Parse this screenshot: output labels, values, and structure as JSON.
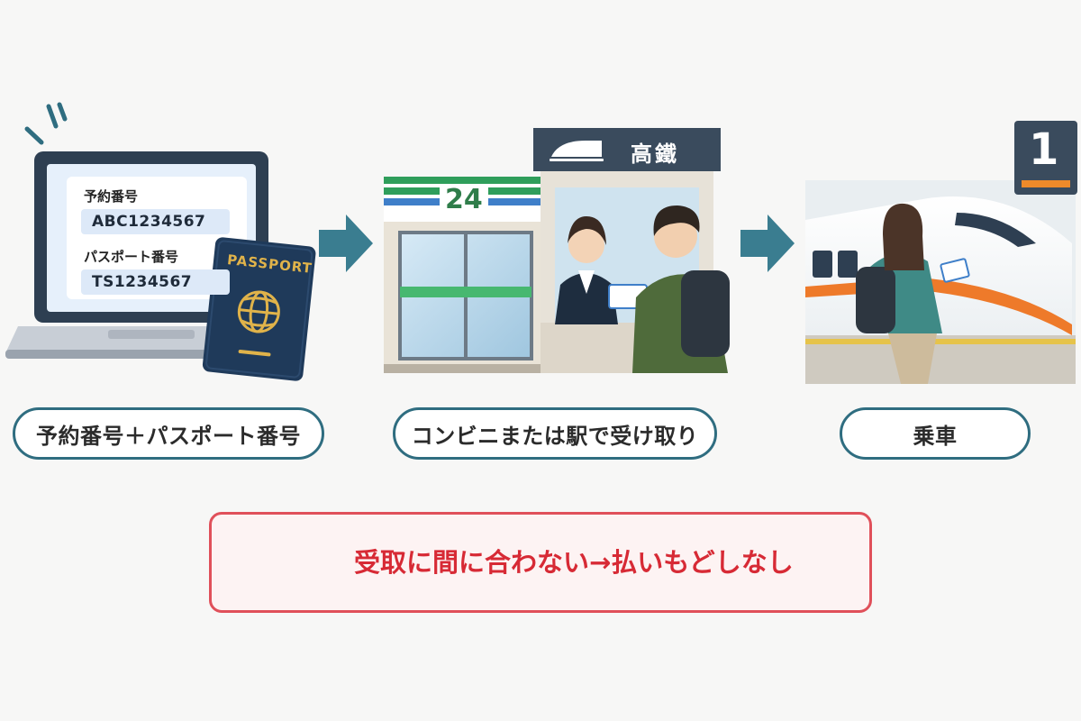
{
  "steps": [
    {
      "label": "予約番号＋パスポート番号",
      "form": {
        "field1_label": "予約番号",
        "field1_value": "ABC1234567",
        "field2_label": "パスポート番号",
        "field2_value": "TS1234567"
      },
      "passport_text": "PASSPORT"
    },
    {
      "label": "コンビニまたは駅で受け取り",
      "store_sign": "24",
      "counter_sign": "高鐵"
    },
    {
      "label": "乗車",
      "platform_number": "1"
    }
  ],
  "warning": {
    "text": "受取に間に合わない→払いもどしなし"
  },
  "colors": {
    "accent": "#2f6d80",
    "warning": "#d72a35",
    "arrow": "#3a7d90"
  }
}
